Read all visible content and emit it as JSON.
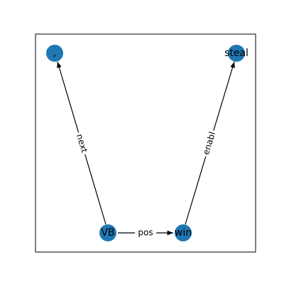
{
  "graph": {
    "nodes": [
      {
        "id": "comma",
        "label": ","
      },
      {
        "id": "steal",
        "label": "steal"
      },
      {
        "id": "vb",
        "label": "VB"
      },
      {
        "id": "win",
        "label": "win"
      }
    ],
    "edges": [
      {
        "from": "vb",
        "to": "comma",
        "label": "next"
      },
      {
        "from": "vb",
        "to": "win",
        "label": "pos"
      },
      {
        "from": "win",
        "to": "steal",
        "label": "enabl"
      }
    ],
    "node_color": "#1f77b4",
    "edge_color": "#000000",
    "frame_color": "#000000"
  }
}
